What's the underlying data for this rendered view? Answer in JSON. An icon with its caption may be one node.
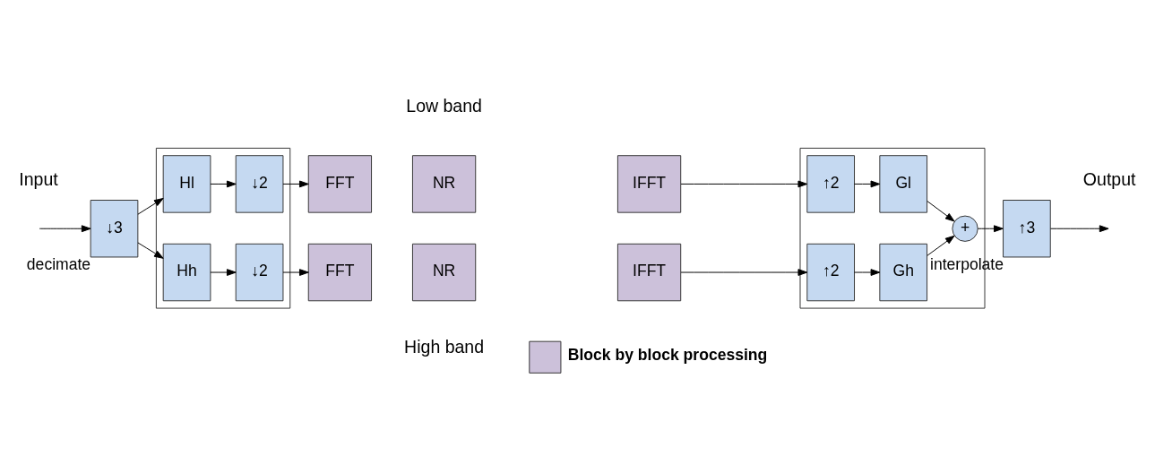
{
  "diagram": {
    "nodes": [
      {
        "text": [
          "↓3"
        ],
        "beside": [
          "decimate"
        ]
      },
      {
        "text": [],
        "shape": "box"
      },
      {
        "text": [
          "Hl"
        ],
        "in": 1
      },
      {
        "text": [
          "↓2"
        ],
        "in": 1
      },
      {
        "text": [
          "Hh"
        ],
        "in": 1
      },
      {
        "text": [
          "↓2"
        ],
        "in": 1
      },
      {
        "text": [
          "FFT"
        ]
      },
      {
        "text": [
          "NR"
        ]
      },
      {
        "text": [
          "IFFT"
        ]
      },
      {
        "text": [
          "FFT"
        ]
      },
      {
        "text": [
          "NR"
        ]
      },
      {
        "text": [
          "IFFT"
        ]
      },
      {
        "text": [],
        "shape": "box"
      },
      {
        "text": [
          "↑2"
        ],
        "in": 12
      },
      {
        "text": [
          "Gl"
        ],
        "in": 12
      },
      {
        "text": [
          "↑2"
        ],
        "in": 12
      },
      {
        "text": [
          "Gh"
        ],
        "in": 12
      },
      {
        "text": [
          "+"
        ],
        "in": 12
      },
      {
        "text": [
          "↑3"
        ],
        "beside": [
          "interpolate"
        ]
      }
    ],
    "edges": [
      {
        "from": null,
        "to": 0,
        "arrow": "to"
      },
      {
        "from": 0,
        "to": 2,
        "arrow": "to"
      },
      {
        "from": 0,
        "to": 4,
        "arrow": "to"
      },
      {
        "from": 2,
        "to": 3,
        "arrow": "to"
      },
      {
        "from": 4,
        "to": 5,
        "arrow": "to"
      },
      {
        "from": 3,
        "to": 6,
        "arrow": "to"
      },
      {
        "from": 5,
        "to": 9,
        "arrow": "to"
      },
      {
        "from": 8,
        "to": 13,
        "arrow": "to"
      },
      {
        "from": 11,
        "to": 15,
        "arrow": "to"
      },
      {
        "from": 13,
        "to": 14,
        "arrow": "to"
      },
      {
        "from": 15,
        "to": 16,
        "arrow": "to"
      },
      {
        "from": 14,
        "to": 17,
        "arrow": "to"
      },
      {
        "from": 16,
        "to": 17,
        "arrow": "to"
      },
      {
        "from": 17,
        "to": 18,
        "arrow": "to"
      },
      {
        "from": 18,
        "to": null,
        "arrow": "to"
      }
    ],
    "labels": [
      "Input",
      "Low band",
      "Output",
      "High band"
    ],
    "legend": [
      {
        "text": "Block by block processing",
        "color": "#ccc1da"
      }
    ]
  }
}
